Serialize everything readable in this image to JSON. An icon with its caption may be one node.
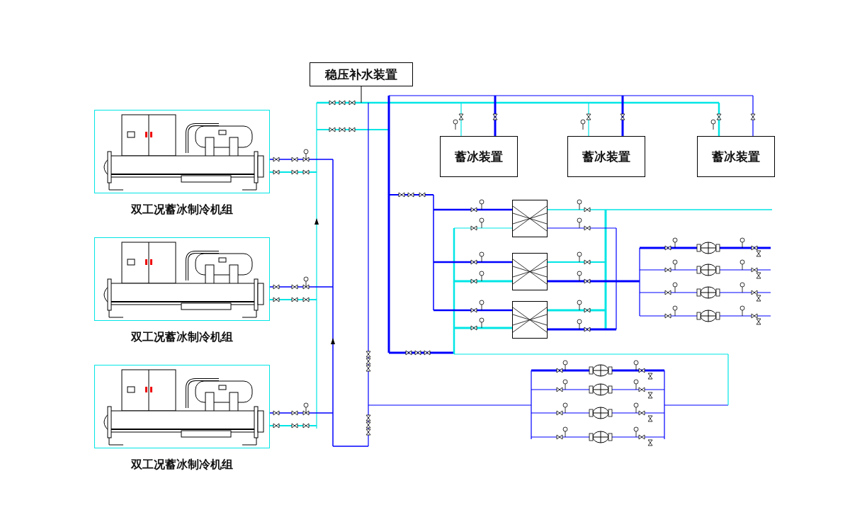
{
  "diagram": {
    "nodes": [
      {
        "text": [
          "稳压补水装置"
        ]
      },
      {
        "text": [
          "双工况蓄冰制冷机组"
        ]
      },
      {
        "text": [
          "双工况蓄冰制冷机组"
        ]
      },
      {
        "text": [
          "双工况蓄冰制冷机组"
        ]
      },
      {
        "text": [
          "蓄冰装置"
        ]
      },
      {
        "text": [
          "蓄冰装置"
        ]
      },
      {
        "text": [
          "蓄冰装置"
        ]
      },
      {
        "text": [],
        "shape": "box"
      },
      {
        "text": [],
        "shape": "box"
      },
      {
        "text": [],
        "shape": "box"
      }
    ]
  }
}
